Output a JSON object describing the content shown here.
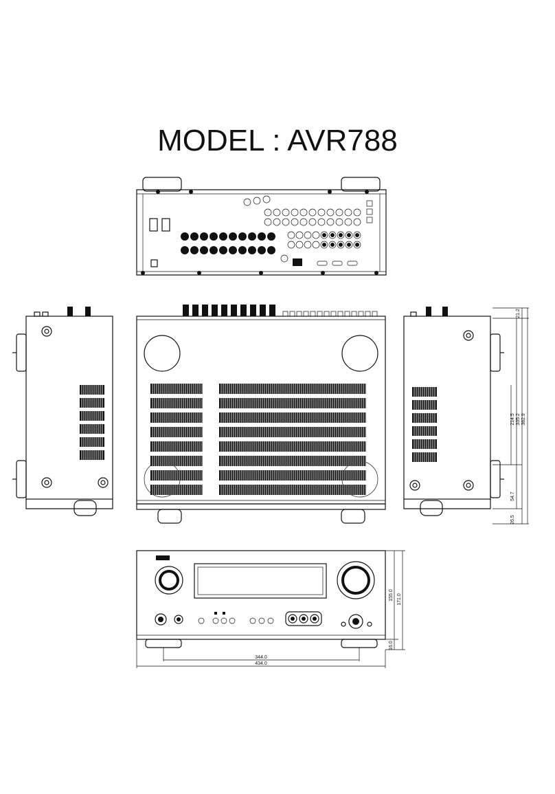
{
  "title": "MODEL : AVR788",
  "views": {
    "rear": {},
    "left_side": {},
    "top": {},
    "right_side": {},
    "front": {}
  },
  "dimensions": {
    "side": {
      "d1": "21.2",
      "d2": "214.5",
      "d3": "335.2",
      "d4": "382.9",
      "d5": "54.7",
      "d6": "26.5"
    },
    "front": {
      "height_body": "155.0",
      "height_total": "171.0",
      "foot": "16.0",
      "width_inner": "344.0",
      "width_total": "434.0"
    }
  }
}
